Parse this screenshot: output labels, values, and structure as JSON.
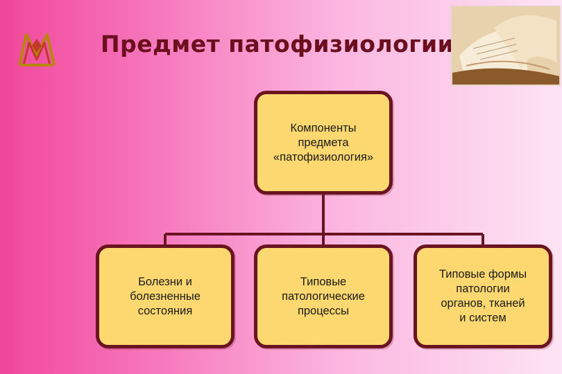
{
  "title": "Предмет патофизиологии",
  "diagram": {
    "root": "Компоненты\nпредмета\n«патофизиология»",
    "children": [
      "Болезни и\nболезненные\nсостояния",
      "Типовые\nпатологические\nпроцессы",
      "Типовые формы\nпатологии\nорганов, тканей\nи систем"
    ]
  },
  "colors": {
    "box_fill": "#fdd870",
    "box_border": "#6a1422",
    "title": "#6b0f1f"
  },
  "icons": [
    "logo-monogram-icon",
    "book-photo"
  ]
}
